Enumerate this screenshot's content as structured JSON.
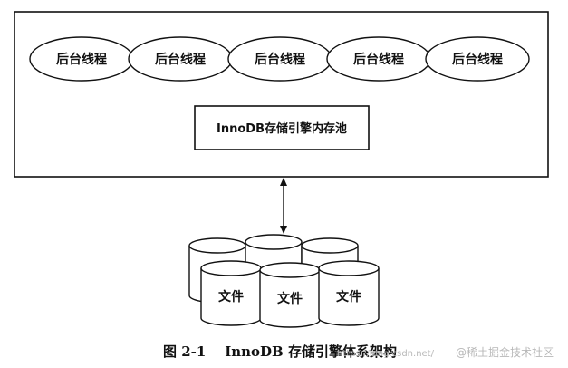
{
  "diagram": {
    "thread_label": "后台线程",
    "threads": [
      "后台线程",
      "后台线程",
      "后台线程",
      "后台线程",
      "后台线程"
    ],
    "buffer_pool_label": "InnoDB存储引擎内存池",
    "file_label": "文件",
    "files": [
      "文件",
      "文件",
      "文件"
    ],
    "caption": "图 2-1    InnoDB 存储引擎体系架构",
    "watermark_url": "https://blog.csdn.net/",
    "watermark_brand": "@稀土掘金技术社区"
  },
  "colors": {
    "stroke": "#111111",
    "fill": "#ffffff",
    "watermark": "#b8b8b8"
  }
}
